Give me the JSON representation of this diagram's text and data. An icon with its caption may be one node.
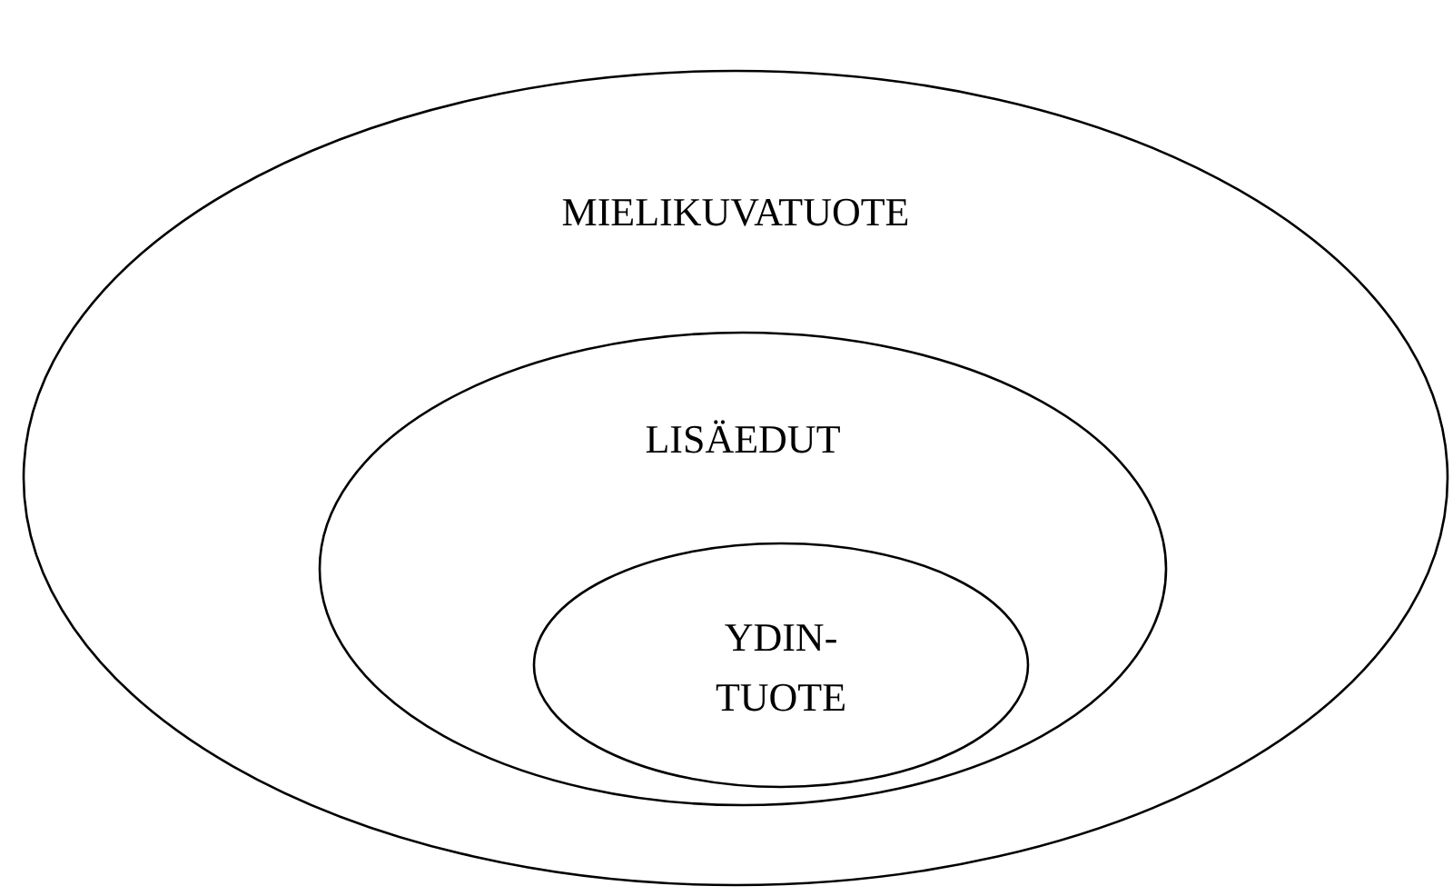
{
  "diagram": {
    "nodes": [
      {
        "text": [
          "MIELIKUVATUOTE"
        ]
      },
      {
        "text": [
          "LISÄEDUT"
        ],
        "in": 0
      },
      {
        "text": [
          "YDIN- TUOTE"
        ],
        "in": 1
      }
    ]
  }
}
